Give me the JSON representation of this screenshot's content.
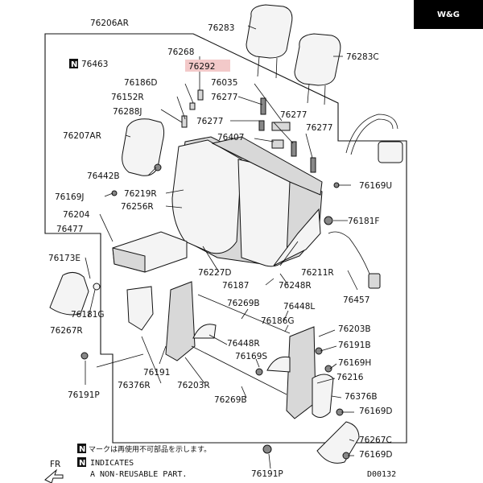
{
  "brand": {
    "logo_text": "W&G"
  },
  "callouts": {
    "c76206AR": "76206AR",
    "c76283": "76283",
    "c76283C": "76283C",
    "c76463": "76463",
    "c76268": "76268",
    "c76292": "76292",
    "c76186D": "76186D",
    "c76035": "76035",
    "c76152R": "76152R",
    "c76277a": "76277",
    "c76288J": "76288J",
    "c76277b": "76277",
    "c76277c": "76277",
    "c76277d": "76277",
    "c76207AR": "76207AR",
    "c76407": "76407",
    "c76442B": "76442B",
    "c76169U": "76169U",
    "c76169J": "76169J",
    "c76219R": "76219R",
    "c76256R": "76256R",
    "c76204": "76204",
    "c76181F": "76181F",
    "c76477": "76477",
    "c76173E": "76173E",
    "c76227D": "76227D",
    "c76211R": "76211R",
    "c76187": "76187",
    "c76248R": "76248R",
    "c76457": "76457",
    "c76181G": "76181G",
    "c76269Ba": "76269B",
    "c76448L": "76448L",
    "c76267R": "76267R",
    "c76186G": "76186G",
    "c76203Ba": "76203B",
    "c76448R": "76448R",
    "c76191B": "76191B",
    "c76169S": "76169S",
    "c76169H": "76169H",
    "c76191": "76191",
    "c76216": "76216",
    "c76376R": "76376R",
    "c76203R": "76203R",
    "c76376B": "76376B",
    "c76191P": "76191P",
    "c76269Bb": "76269B",
    "c76169D": "76169D",
    "c76267C": "76267C",
    "c76169Db": "76169D",
    "c76191Pb": "76191P"
  },
  "legend": {
    "badge": "N",
    "jp_text": "マークは再使用不可部品を示します。",
    "en_line1": "INDICATES",
    "en_line2": "A NON-REUSABLE PART."
  },
  "orientation": {
    "fr_label": "FR"
  },
  "diagram_code": "D00132"
}
